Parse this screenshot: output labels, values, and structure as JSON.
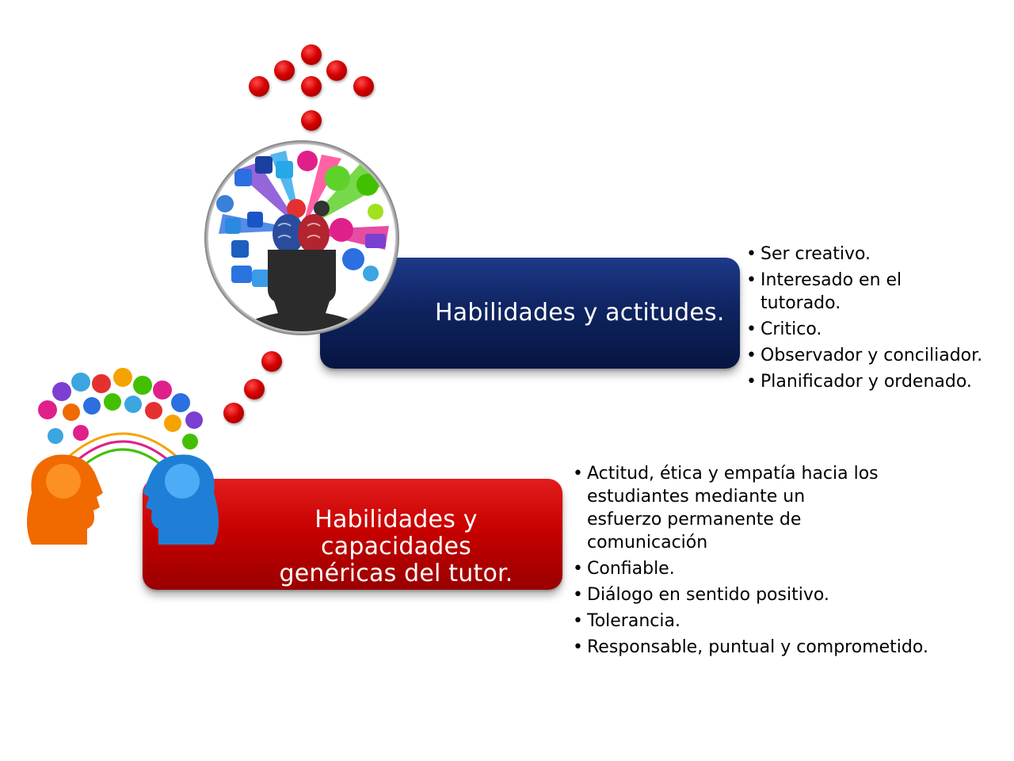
{
  "diagram": {
    "blue_box": {
      "title": "Habilidades y actitudes."
    },
    "red_box": {
      "title_line1": "Habilidades y capacidades",
      "title_line2": "genéricas del tutor."
    },
    "top_list": {
      "items": [
        "Ser creativo.",
        "Interesado en el tutorado.",
        "Critico.",
        "Observador y conciliador.",
        "Planificador y ordenado."
      ]
    },
    "bottom_list": {
      "items": [
        "Actitud, ética y empatía hacia los estudiantes mediante un esfuerzo permanente de comunicación",
        "Confiable.",
        "Diálogo en sentido positivo.",
        "Tolerancia.",
        "Responsable, puntual y comprometido."
      ]
    }
  },
  "colors": {
    "blue_box": "#0f2461",
    "red_box": "#c80000",
    "dots": "#d40000"
  },
  "icons": [
    "head-brain-ideas-icon",
    "two-heads-knowledge-icon"
  ]
}
